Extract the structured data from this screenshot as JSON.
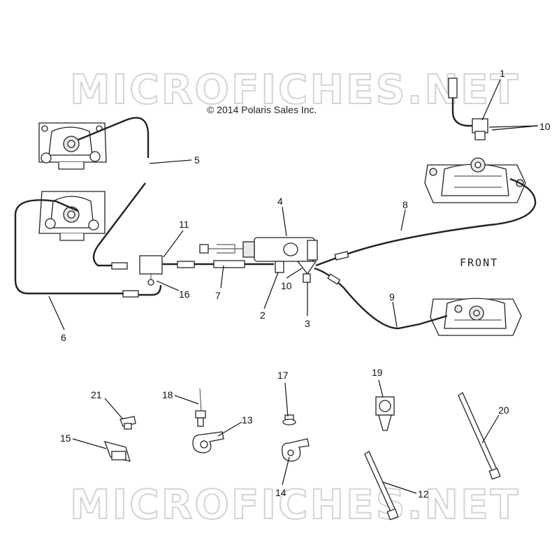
{
  "watermark": {
    "top": "MICROFICHES.NET",
    "bottom": "MICROFICHES.NET"
  },
  "copyright": "© 2014 Polaris Sales Inc.",
  "front_label": "FRONT",
  "callouts": [
    "1",
    "10",
    "5",
    "4",
    "8",
    "11",
    "10",
    "7",
    "2",
    "3",
    "16",
    "6",
    "9",
    "21",
    "18",
    "17",
    "19",
    "20",
    "13",
    "15",
    "14",
    "12"
  ]
}
